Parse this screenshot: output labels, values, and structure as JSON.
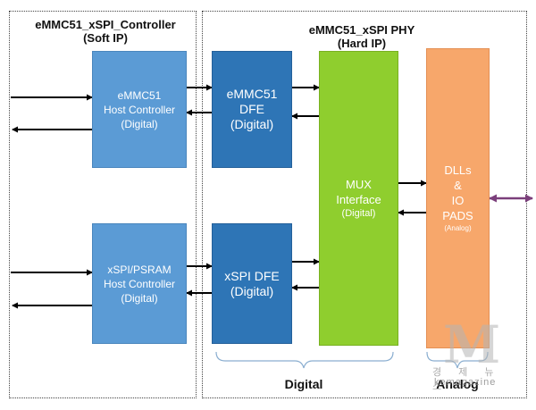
{
  "regions": {
    "controller": {
      "title_line1": "eMMC51_xSPI_Controller",
      "title_line2": "(Soft IP)"
    },
    "phy": {
      "title_line1": "eMMC51_xSPI PHY",
      "title_line2": "(Hard IP)"
    }
  },
  "blocks": {
    "emmc_host": {
      "line1": "eMMC51",
      "line2": "Host Controller",
      "line3": "(Digital)"
    },
    "xspi_host": {
      "line1": "xSPI/PSRAM",
      "line2": "Host Controller",
      "line3": "(Digital)"
    },
    "emmc_dfe": {
      "line1": "eMMC51",
      "line2": "DFE",
      "line3": "(Digital)"
    },
    "xspi_dfe": {
      "line1": "xSPI DFE",
      "line2": "(Digital)"
    },
    "mux": {
      "line1": "MUX",
      "line2": "Interface",
      "line3": "(Digital)"
    },
    "pads": {
      "line1": "DLLs",
      "line2": "&",
      "line3": "IO",
      "line4": "PADS",
      "line5": "(Analog)"
    }
  },
  "groups": {
    "digital": "Digital",
    "analog": "Analog"
  },
  "watermark": {
    "letter": "M",
    "korean": "경 제 뉴 스",
    "english": "kemagazine"
  },
  "colors": {
    "host": "#5b9bd5",
    "dfe": "#2e75b6",
    "mux": "#8fce2e",
    "pads": "#f7a76b",
    "io_arrow": "#7b3f7b"
  }
}
